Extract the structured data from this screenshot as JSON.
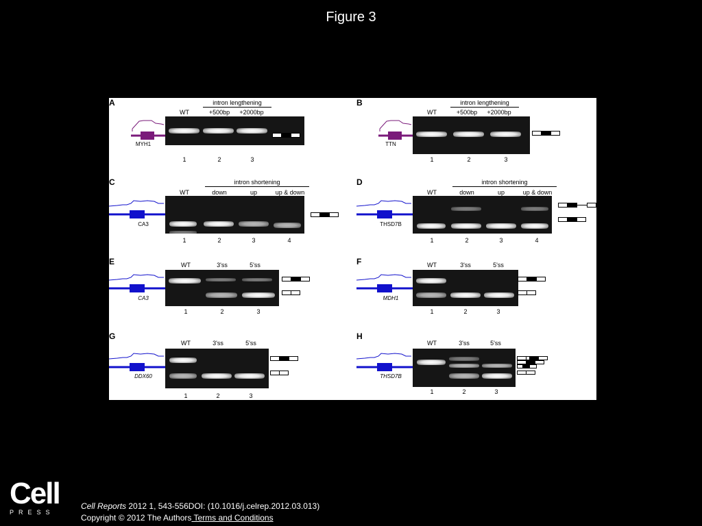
{
  "slide": {
    "title": "Figure 3"
  },
  "panels": {
    "A": {
      "label": "A",
      "bracket": "intron lengthening",
      "lanes": [
        "WT",
        "+500bp",
        "+2000bp"
      ],
      "lane_numbers": [
        "1",
        "2",
        "3"
      ],
      "gene": "MYH1"
    },
    "B": {
      "label": "B",
      "bracket": "intron lengthening",
      "lanes": [
        "WT",
        "+500bp",
        "+2000bp"
      ],
      "lane_numbers": [
        "1",
        "2",
        "3"
      ],
      "gene": "TTN"
    },
    "C": {
      "label": "C",
      "bracket": "intron shortening",
      "lanes": [
        "WT",
        "down",
        "up",
        "up & down"
      ],
      "lane_numbers": [
        "1",
        "2",
        "3",
        "4"
      ],
      "gene": "CA3"
    },
    "D": {
      "label": "D",
      "bracket": "intron shortening",
      "lanes": [
        "WT",
        "down",
        "up",
        "up & down"
      ],
      "lane_numbers": [
        "1",
        "2",
        "3",
        "4"
      ],
      "gene": "THSD7B"
    },
    "E": {
      "label": "E",
      "lanes": [
        "WT",
        "3'ss",
        "5'ss"
      ],
      "lane_numbers": [
        "1",
        "2",
        "3"
      ],
      "gene": "CA3"
    },
    "F": {
      "label": "F",
      "lanes": [
        "WT",
        "3'ss",
        "5'ss"
      ],
      "lane_numbers": [
        "1",
        "2",
        "3"
      ],
      "gene": "MDH1"
    },
    "G": {
      "label": "G",
      "lanes": [
        "WT",
        "3'ss",
        "5'ss"
      ],
      "lane_numbers": [
        "1",
        "2",
        "3"
      ],
      "gene": "DDX60"
    },
    "H": {
      "label": "H",
      "lanes": [
        "WT",
        "3'ss",
        "5'ss"
      ],
      "lane_numbers": [
        "1",
        "2",
        "3"
      ],
      "gene": "THSD7B"
    }
  },
  "colors": {
    "purple": "#7a1a7a",
    "blue": "#1111cc",
    "gel": "#151515"
  },
  "footer": {
    "journal": "Cell Reports",
    "citation": " 2012 1, 543-556DOI: (10.1016/j.celrep.2012.03.013)",
    "copyright": "Copyright © 2012 The Authors",
    "terms_link": " Terms and Conditions"
  },
  "logo": {
    "name": "Cell",
    "sub": "PRESS"
  }
}
